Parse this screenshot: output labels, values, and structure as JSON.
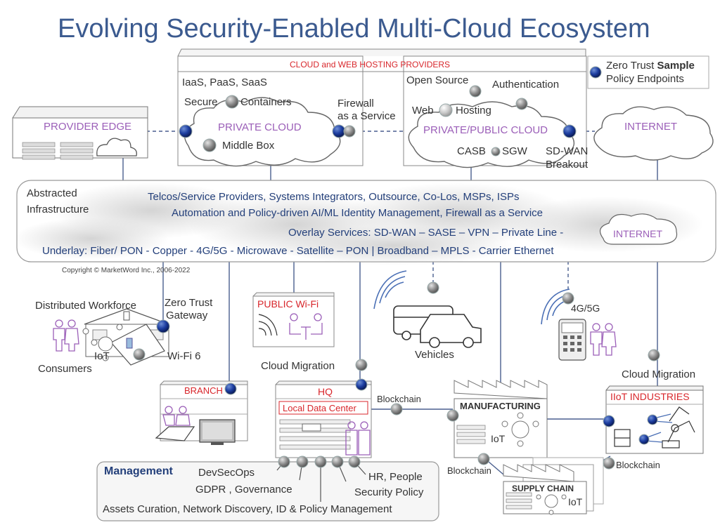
{
  "title": "Evolving Security-Enabled Multi-Cloud Ecosystem",
  "legend": {
    "line1_prefix": "Zero Trust",
    "line1_bold": "Sample",
    "line2": "Policy Endpoints"
  },
  "cloud_hosting": {
    "header": "CLOUD and WEB HOSTING PROVIDERS",
    "private": {
      "iaas": "IaaS, PaaS, SaaS",
      "secure": "Secure",
      "containers": "Containers",
      "cloud_label": "PRIVATE CLOUD",
      "middle_box": "Middle Box",
      "firewall": "Firewall",
      "as_service": "as a Service"
    },
    "public": {
      "open_source": "Open Source",
      "authentication": "Authentication",
      "web": "Web",
      "hosting": "Hosting",
      "cloud_label": "PRIVATE/PUBLIC CLOUD",
      "casb": "CASB",
      "sgw": "SGW",
      "sdwan": "SD-WAN",
      "breakout": "Breakout"
    }
  },
  "provider_edge": "PROVIDER EDGE",
  "internet_top": "INTERNET",
  "infrastructure": {
    "label1": "Abstracted",
    "label2": "Infrastructure",
    "line1": "Telcos/Service Providers, Systems Integrators, Outsource, Co-Los, MSPs, ISPs",
    "line2": "Automation and Policy-driven AI/ML Identity Management, Firewall as a Service",
    "line3": "Overlay Services: SD-WAN – SASE – VPN – Private Line -",
    "internet": "INTERNET",
    "line4": "Underlay: Fiber/ PON - Copper - 4G/5G - Microwave - Satellite – PON |  Broadband – MPLS - Carrier Ethernet"
  },
  "copyright": "Copyright © MarketWord Inc., 2006-2022",
  "workforce": {
    "distributed": "Distributed Workforce",
    "zt1": "Zero Trust",
    "zt2": "Gateway",
    "iot": "IoT",
    "wifi6": "Wi-Fi 6",
    "consumers": "Consumers"
  },
  "public_wifi": "PUBLIC Wi-Fi",
  "vehicles": "Vehicles",
  "g45": "4G/5G",
  "cloud_migration_left": "Cloud  Migration",
  "cloud_migration_right": "Cloud  Migration",
  "branch": "BRANCH",
  "hq": "HQ",
  "local_dc": "Local Data Center",
  "blockchain": [
    "Blockchain",
    "Blockchain",
    "Blockchain"
  ],
  "manufacturing": "MANUFACTURING",
  "iot_mfg": "IoT",
  "iiot": "IIoT INDUSTRIES",
  "supply_chain": "SUPPLY CHAIN",
  "iot_supply": "IoT",
  "management": {
    "title": "Management",
    "devsecops": "DevSecOps",
    "gdpr": "GDPR , Governance",
    "hr": "HR, People",
    "security": "Security Policy",
    "assets": "Assets Curation, Network Discovery, ID & Policy Management"
  },
  "colors": {
    "title": "#3b5a8f",
    "red": "#d8262b",
    "purple": "#9b5fb8",
    "navy": "#233f7a",
    "line": "#4a5f8f"
  }
}
